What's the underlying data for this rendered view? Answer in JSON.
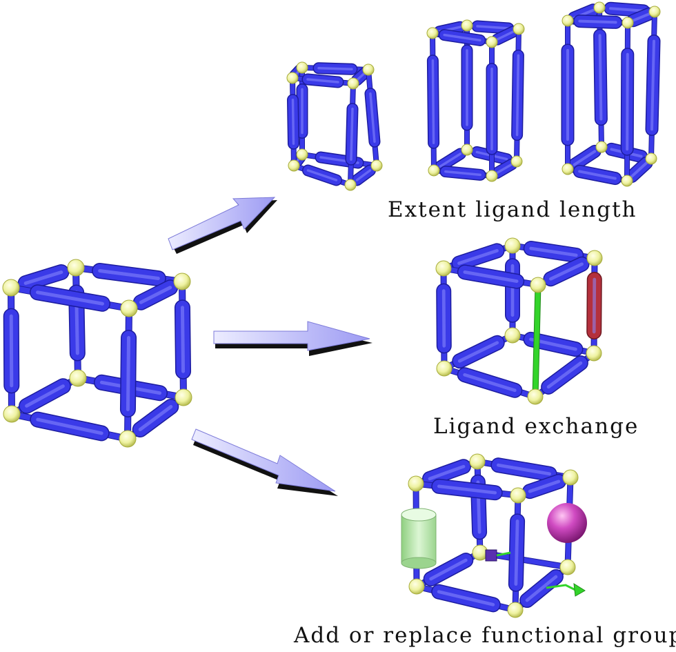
{
  "colors": {
    "rod": "#3a3ae8",
    "rod_dark": "#1c1c9e",
    "node": "#eef2a0",
    "node_edge": "#a7ac3c",
    "exchange_green": "#33d42a",
    "exchange_red": "#b4303c",
    "functional_cylinder": "#bfe8b5",
    "functional_sphere": "#c23db3",
    "functional_cube": "#5a2fb0",
    "arrow_light": "#c9c8ff",
    "arrow_dark": "#111111"
  },
  "captions": {
    "extend": "Extent ligand length",
    "exchange": "Ligand exchange",
    "functional": "Add or replace functional groups"
  },
  "icons": {
    "arrows": [
      "arrow-up-right-icon",
      "arrow-right-icon",
      "arrow-down-right-icon"
    ],
    "cages": [
      "parent-cage",
      "short-cage",
      "medium-cage",
      "tall-cage",
      "exchanged-cage",
      "functionalized-cage"
    ]
  }
}
